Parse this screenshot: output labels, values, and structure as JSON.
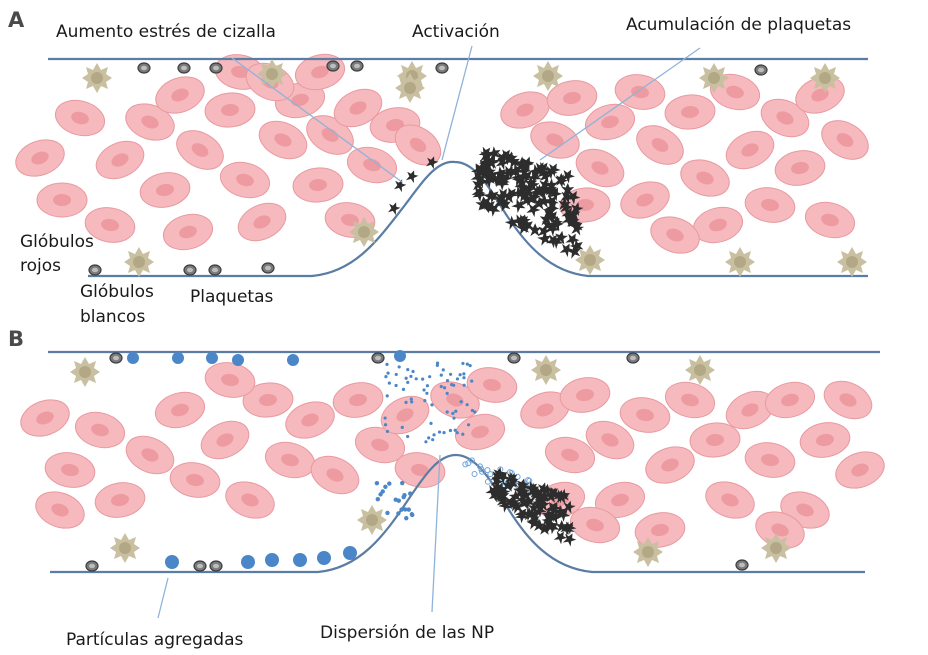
{
  "panels": {
    "a": {
      "letter": "A",
      "labels": {
        "shear_stress": "Aumento estrés de cizalla",
        "activation": "Activación",
        "platelet_accumulation": "Acumulación de  plaquetas",
        "red_cells_line1": "Glóbulos",
        "red_cells_line2": "rojos",
        "white_cells_line1": "Glóbulos",
        "white_cells_line2": "blancos",
        "platelets": "Plaquetas"
      }
    },
    "b": {
      "letter": "B",
      "labels": {
        "aggregated_particles": "Partículas agregadas",
        "np_dispersion": "Dispersión de las NP"
      }
    }
  },
  "colors": {
    "vessel_wall": "#5b7ca3",
    "red_blood_cell": "#f6b9bd",
    "white_blood_cell": "#c9c0a1",
    "platelet": "#7a7a7a",
    "nanoparticle": "#4a86c8",
    "aggregate": "#2d2d2d"
  }
}
